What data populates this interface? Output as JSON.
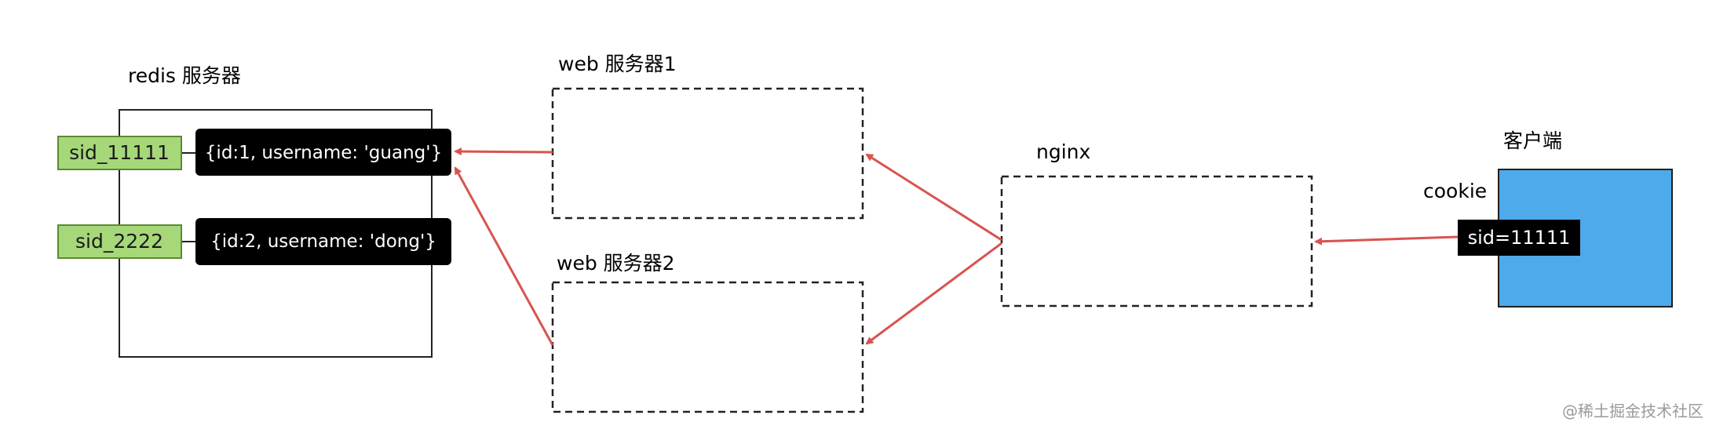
{
  "redis": {
    "title": "redis 服务器",
    "sessions": [
      {
        "key": "sid_11111",
        "value": "{id:1, username: 'guang'}"
      },
      {
        "key": "sid_2222",
        "value": "{id:2, username: 'dong'}"
      }
    ]
  },
  "web_servers": [
    {
      "label": "web 服务器1"
    },
    {
      "label": "web 服务器2"
    }
  ],
  "nginx": {
    "label": "nginx"
  },
  "client": {
    "label": "客户端",
    "cookie_label": "cookie",
    "cookie_value": "sid=11111"
  },
  "watermark": "@稀土掘金技术社区",
  "colors": {
    "arrow": "#d9534f",
    "session_key_fill": "#a6d87a",
    "session_key_border": "#5a8a33",
    "client_fill": "#4eaaeb",
    "dark_fill": "#000000",
    "line": "#222222"
  }
}
